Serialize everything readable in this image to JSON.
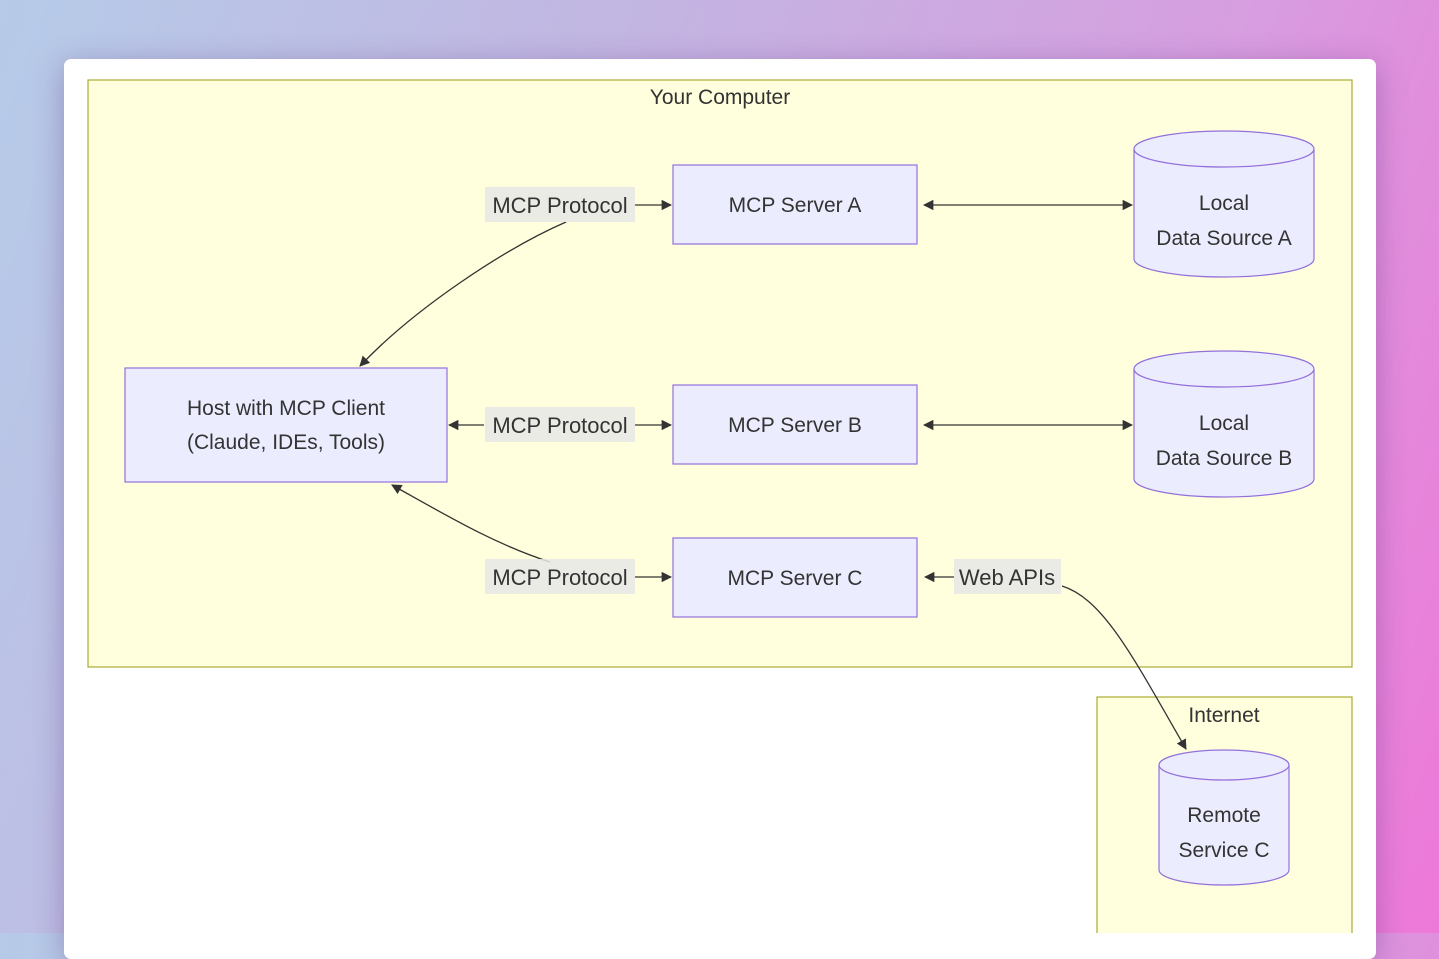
{
  "diagram": {
    "groups": {
      "computer": {
        "title": "Your Computer"
      },
      "internet": {
        "title": "Internet"
      }
    },
    "nodes": {
      "host": {
        "lines": [
          "Host with MCP Client",
          "(Claude, IDEs, Tools)"
        ]
      },
      "server_a": {
        "label": "MCP Server A"
      },
      "server_b": {
        "label": "MCP Server B"
      },
      "server_c": {
        "label": "MCP Server C"
      },
      "data_a": {
        "lines": [
          "Local",
          "Data Source A"
        ]
      },
      "data_b": {
        "lines": [
          "Local",
          "Data Source B"
        ]
      },
      "remote_c": {
        "lines": [
          "Remote",
          "Service C"
        ]
      }
    },
    "edges": [
      {
        "from": "Host with MCP Client",
        "to": "MCP Server A",
        "label": "MCP Protocol",
        "direction": "bidirectional"
      },
      {
        "from": "Host with MCP Client",
        "to": "MCP Server B",
        "label": "MCP Protocol",
        "direction": "bidirectional"
      },
      {
        "from": "Host with MCP Client",
        "to": "MCP Server C",
        "label": "MCP Protocol",
        "direction": "bidirectional"
      },
      {
        "from": "MCP Server A",
        "to": "Local Data Source A",
        "label": "",
        "direction": "bidirectional"
      },
      {
        "from": "MCP Server B",
        "to": "Local Data Source B",
        "label": "",
        "direction": "bidirectional"
      },
      {
        "from": "MCP Server C",
        "to": "Remote Service C",
        "label": "Web APIs",
        "direction": "bidirectional"
      }
    ],
    "edge_labels": {
      "mcp_a": "MCP Protocol",
      "mcp_b": "MCP Protocol",
      "mcp_c": "MCP Protocol",
      "web_apis": "Web APIs"
    },
    "colors": {
      "group_fill": "#ffffde",
      "group_stroke": "#aaaa33",
      "node_fill": "#ececff",
      "node_stroke": "#9370db",
      "edge": "#333333",
      "edge_label_bg": "#e8e8e8"
    }
  }
}
